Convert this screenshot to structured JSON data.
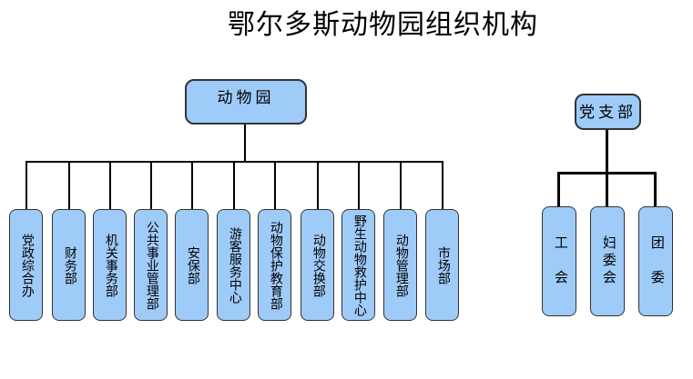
{
  "title": "鄂尔多斯动物园组织机构",
  "colors": {
    "background": "#ffffff",
    "box_fill": "#9fcbf8",
    "box_border": "#333333",
    "connector": "#000000"
  },
  "main_tree": {
    "root": {
      "label": "动物园"
    },
    "children": [
      {
        "label": "党政综合办"
      },
      {
        "label": "财务部"
      },
      {
        "label": "机关事务部"
      },
      {
        "label": "公共事业管理部"
      },
      {
        "label": "安保部"
      },
      {
        "label": "游客服务中心"
      },
      {
        "label": "动物保护教育部"
      },
      {
        "label": "动物交换部"
      },
      {
        "label": "野生动物救护中心"
      },
      {
        "label": "动物管理部"
      },
      {
        "label": "市场部"
      }
    ]
  },
  "party_tree": {
    "root": {
      "label": "党支部"
    },
    "children": [
      {
        "label": "工　会"
      },
      {
        "label": "妇委会"
      },
      {
        "label": "团　委"
      }
    ]
  }
}
